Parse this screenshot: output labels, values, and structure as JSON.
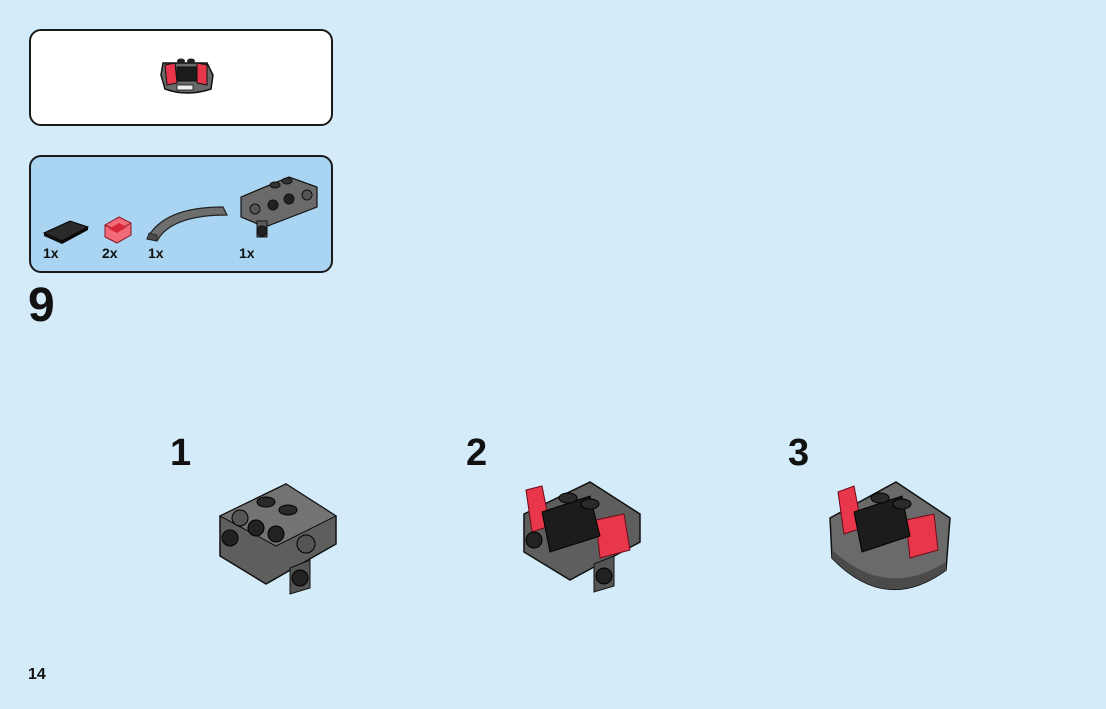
{
  "result_panel": {
    "icon": "finished-headlight-assembly"
  },
  "parts_list": [
    {
      "icon": "black-tile-1x2",
      "quantity": "1x"
    },
    {
      "icon": "trans-red-slope",
      "quantity": "2x"
    },
    {
      "icon": "dark-gray-curved-arch",
      "quantity": "1x"
    },
    {
      "icon": "dark-gray-bracket-plate",
      "quantity": "1x"
    }
  ],
  "step_number": "9",
  "substeps": [
    {
      "number": "1",
      "icon": "bracket-plate"
    },
    {
      "number": "2",
      "icon": "bracket-with-tile-and-slopes"
    },
    {
      "number": "3",
      "icon": "assembly-with-curved-arch"
    }
  ],
  "page_number": "14",
  "colors": {
    "background": "#d4ebfa",
    "parts_panel": "#a9d4f2",
    "dark_gray": "#5b5b5b",
    "black": "#1c1c1c",
    "trans_red": "#e8364a"
  }
}
